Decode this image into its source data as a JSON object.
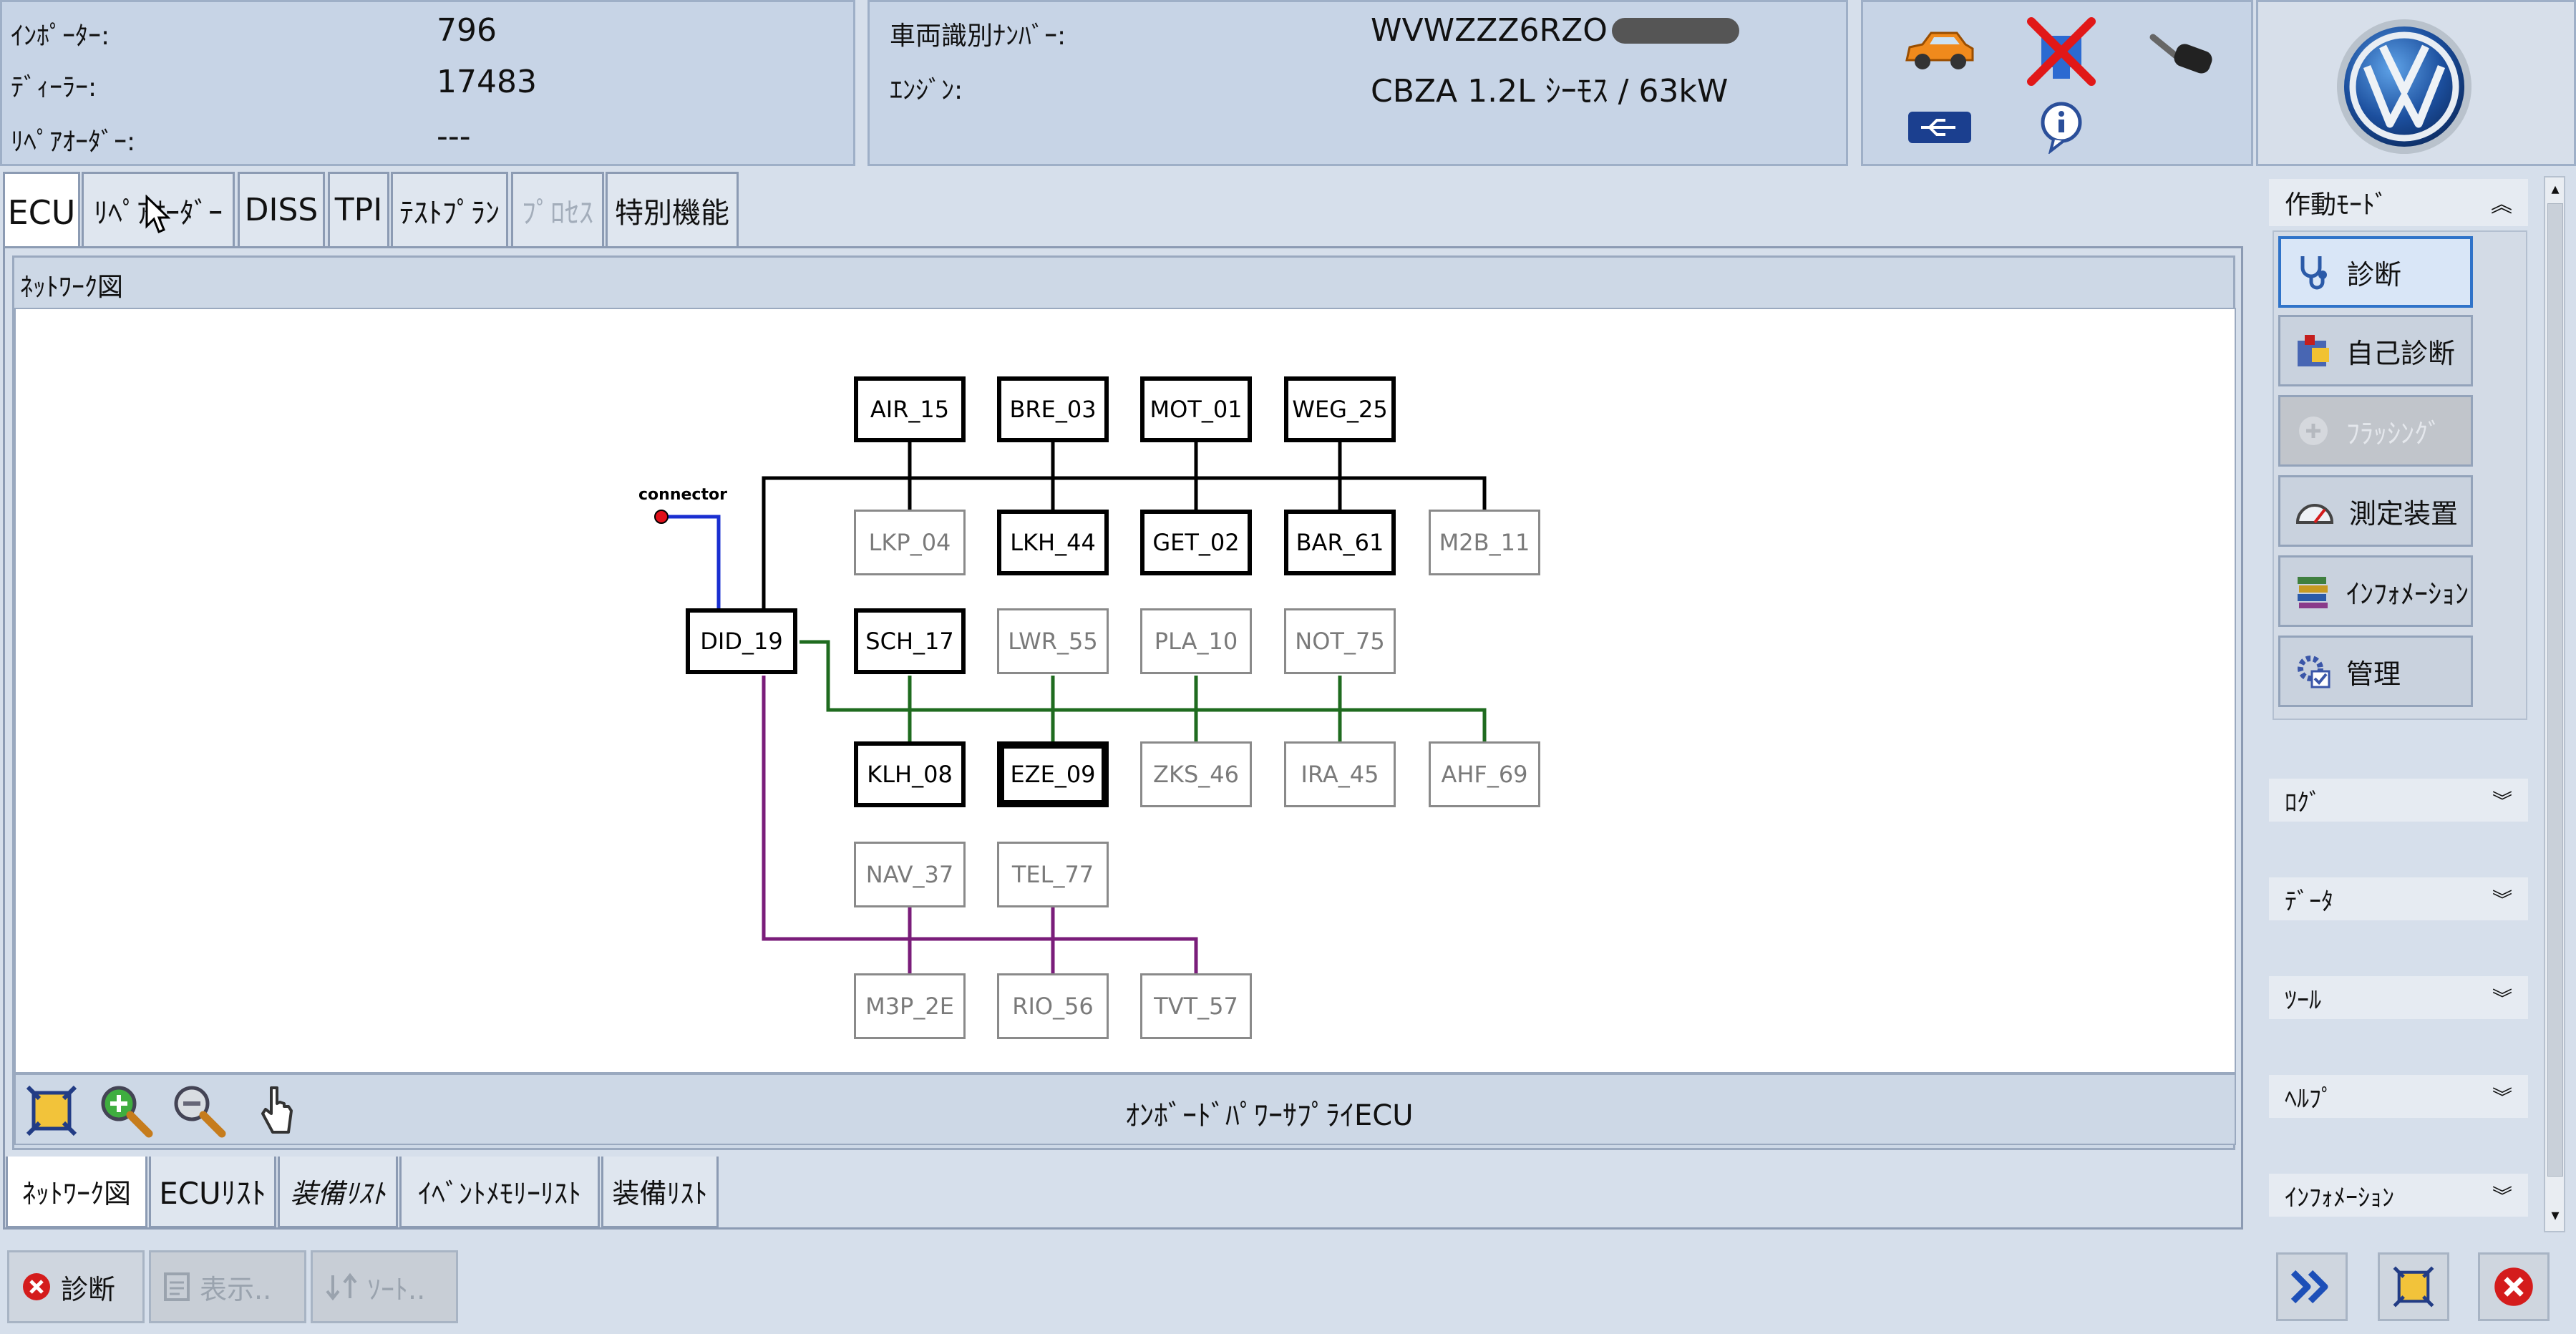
{
  "header": {
    "importer_label": "ｲﾝﾎﾟｰﾀｰ:",
    "importer_value": "796",
    "dealer_label": "ﾃﾞｨｰﾗｰ:",
    "dealer_value": "17483",
    "repair_order_label": "ﾘﾍﾟｱｵｰﾀﾞｰ:",
    "repair_order_value": "---",
    "vin_label": "車両識別ﾅﾝﾊﾞｰ:",
    "vin_value": "WVWZZZ6RZO",
    "engine_label": "ｴﾝｼﾞﾝ:",
    "engine_value": "CBZA 1.2L ｼｰﾓｽ / 63kW"
  },
  "tabs": [
    {
      "label": "ECU",
      "state": "active"
    },
    {
      "label": "ﾘﾍﾟｱｵｰﾀﾞｰ",
      "state": "normal"
    },
    {
      "label": "DISS",
      "state": "normal"
    },
    {
      "label": "TPI",
      "state": "normal"
    },
    {
      "label": "ﾃｽﾄﾌﾟﾗﾝ",
      "state": "normal"
    },
    {
      "label": "ﾌﾟﾛｾｽ",
      "state": "disabled"
    },
    {
      "label": "特別機能",
      "state": "normal"
    }
  ],
  "network": {
    "section_title": "ﾈｯﾄﾜｰｸ図",
    "connector_label": "connector",
    "status_text": "ｵﾝﾎﾞｰﾄﾞﾊﾟﾜｰｻﾌﾟﾗｲECU",
    "nodes": [
      {
        "id": "AIR_15",
        "state": "on"
      },
      {
        "id": "BRE_03",
        "state": "on"
      },
      {
        "id": "MOT_01",
        "state": "on"
      },
      {
        "id": "WEG_25",
        "state": "on"
      },
      {
        "id": "LKP_04",
        "state": "off"
      },
      {
        "id": "LKH_44",
        "state": "on"
      },
      {
        "id": "GET_02",
        "state": "on"
      },
      {
        "id": "BAR_61",
        "state": "on"
      },
      {
        "id": "M2B_11",
        "state": "off"
      },
      {
        "id": "DID_19",
        "state": "on"
      },
      {
        "id": "SCH_17",
        "state": "on"
      },
      {
        "id": "LWR_55",
        "state": "off"
      },
      {
        "id": "PLA_10",
        "state": "off"
      },
      {
        "id": "NOT_75",
        "state": "off"
      },
      {
        "id": "KLH_08",
        "state": "on"
      },
      {
        "id": "EZE_09",
        "state": "selected"
      },
      {
        "id": "ZKS_46",
        "state": "off"
      },
      {
        "id": "IRA_45",
        "state": "off"
      },
      {
        "id": "AHF_69",
        "state": "off"
      },
      {
        "id": "NAV_37",
        "state": "off"
      },
      {
        "id": "TEL_77",
        "state": "off"
      },
      {
        "id": "M3P_2E",
        "state": "off"
      },
      {
        "id": "RIO_56",
        "state": "off"
      },
      {
        "id": "TVT_57",
        "state": "off"
      }
    ],
    "bus_colors": {
      "black": "#000000",
      "green": "#1f6b1f",
      "purple": "#7a1d7a",
      "blue": "#1a2fd1",
      "connector": "#e0101a"
    }
  },
  "bottom_tabs": [
    {
      "label": "ﾈｯﾄﾜｰｸ図",
      "state": "active"
    },
    {
      "label": "ECUﾘｽﾄ",
      "state": "normal"
    },
    {
      "label": "装備ﾘｽﾄ",
      "state": "italic"
    },
    {
      "label": "ｲﾍﾞﾝﾄﾒﾓﾘｰﾘｽﾄ",
      "state": "normal"
    },
    {
      "label": "装備ﾘｽﾄ",
      "state": "normal"
    }
  ],
  "actions": {
    "diagnose": "診断",
    "show": "表示..",
    "sort": "ｿｰﾄ.."
  },
  "sidebar": {
    "operating_mode_title": "作動ﾓｰﾄﾞ",
    "modes": [
      {
        "label": "診断",
        "icon": "stethoscope-icon",
        "state": "active"
      },
      {
        "label": "自己診断",
        "icon": "self-diagnosis-icon",
        "state": "normal"
      },
      {
        "label": "ﾌﾗｯｼﾝｸﾞ",
        "icon": "flashing-icon",
        "state": "disabled"
      },
      {
        "label": "測定装置",
        "icon": "gauge-icon",
        "state": "normal"
      },
      {
        "label": "ｲﾝﾌｫﾒｰｼｮﾝ",
        "icon": "books-icon",
        "state": "normal"
      },
      {
        "label": "管理",
        "icon": "admin-gear-icon",
        "state": "normal"
      }
    ],
    "sections": [
      "ﾛｸﾞ",
      "ﾃﾞｰﾀ",
      "ﾂｰﾙ",
      "ﾍﾙﾌﾟ",
      "ｲﾝﾌｫﾒｰｼｮﾝ"
    ]
  }
}
